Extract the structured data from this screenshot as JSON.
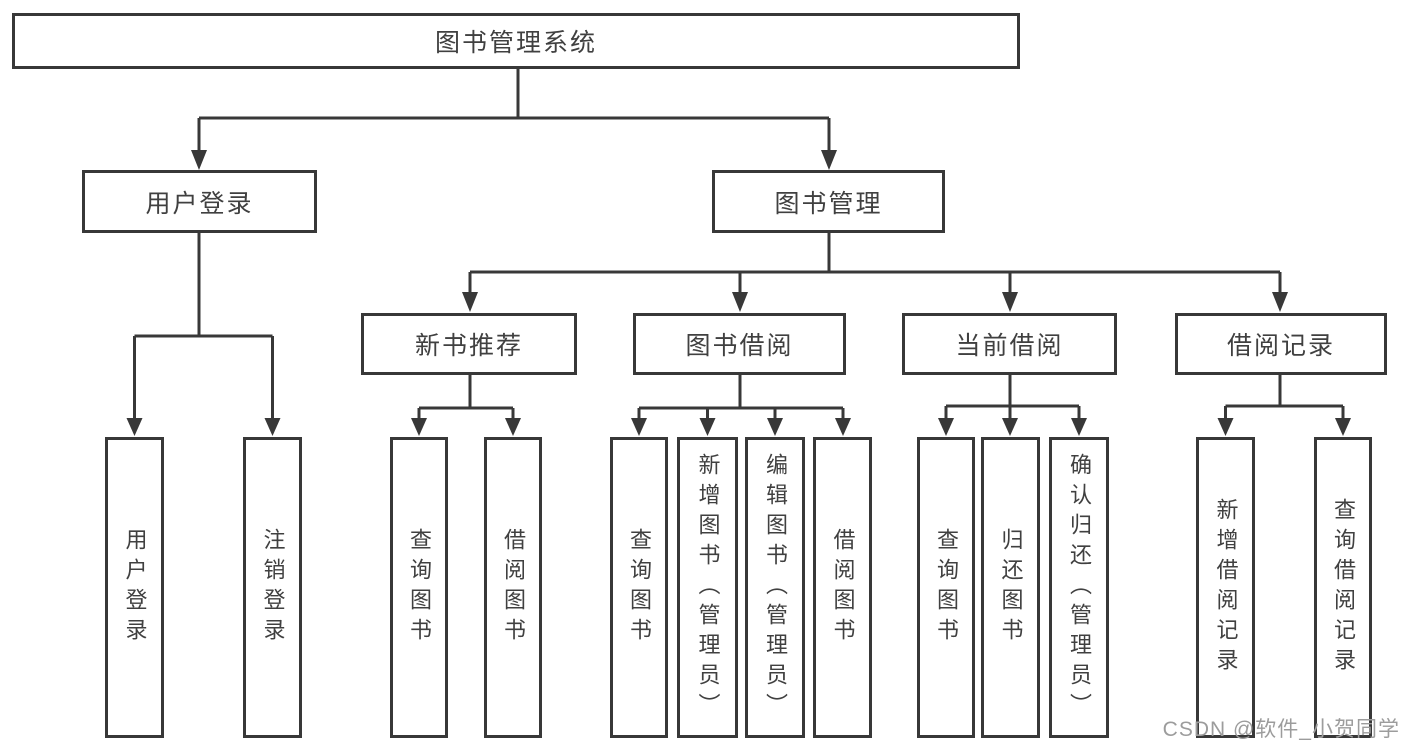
{
  "diagram_type": "functional-structure-tree",
  "colors": {
    "line": "#383838",
    "box_border": "#383838",
    "text": "#404040",
    "watermark": "#9c9c9c",
    "background": "#ffffff"
  },
  "tree": {
    "root": "图书管理系统",
    "level2": [
      "用户登录",
      "图书管理"
    ],
    "level3": [
      "新书推荐",
      "图书借阅",
      "当前借阅",
      "借阅记录"
    ],
    "leaves": {
      "user_login": [
        "用户登录",
        "注销登录"
      ],
      "new_book_recommend": [
        "查询图书",
        "借阅图书"
      ],
      "book_borrow": [
        "查询图书",
        "新增图书（管理员）",
        "编辑图书（管理员）",
        "借阅图书"
      ],
      "current_borrow": [
        "查询图书",
        "归还图书",
        "确认归还（管理员）"
      ],
      "borrow_records": [
        "新增借阅记录",
        "查询借阅记录"
      ]
    }
  },
  "watermark": "CSDN @软件_小贺同学"
}
